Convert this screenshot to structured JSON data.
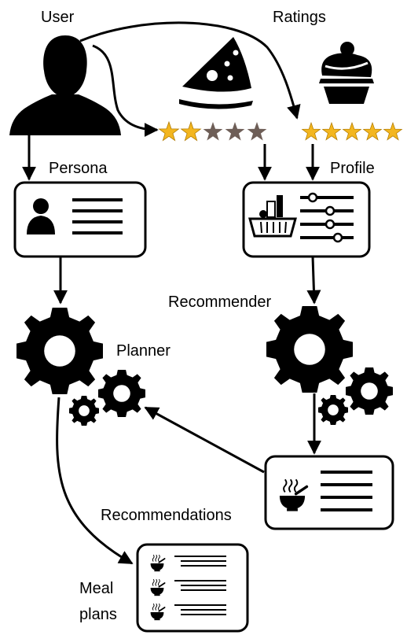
{
  "labels": {
    "user": "User",
    "ratings": "Ratings",
    "persona": "Persona",
    "profile": "Profile",
    "recommender": "Recommender",
    "planner": "Planner",
    "recommendations": "Recommendations",
    "meal": "Meal",
    "plans": "plans"
  },
  "ratings": {
    "pizza": {
      "value": 2,
      "max": 5
    },
    "cupcake": {
      "value": 5,
      "max": 5
    }
  },
  "colors": {
    "star_filled": "#f3b61f",
    "star_empty": "#6e5e57",
    "ink": "#000000"
  },
  "icons": {
    "user": "user-silhouette-icon",
    "pizza": "pizza-slice-icon",
    "cupcake": "cupcake-icon",
    "persona_card": "person-card-icon",
    "profile_card": "basket-sliders-icon",
    "planner": "gear-cluster-icon",
    "recommender": "gear-cluster-icon",
    "recommendations_card": "bowl-list-icon",
    "meal_plans_card": "bowl-list-icon"
  }
}
